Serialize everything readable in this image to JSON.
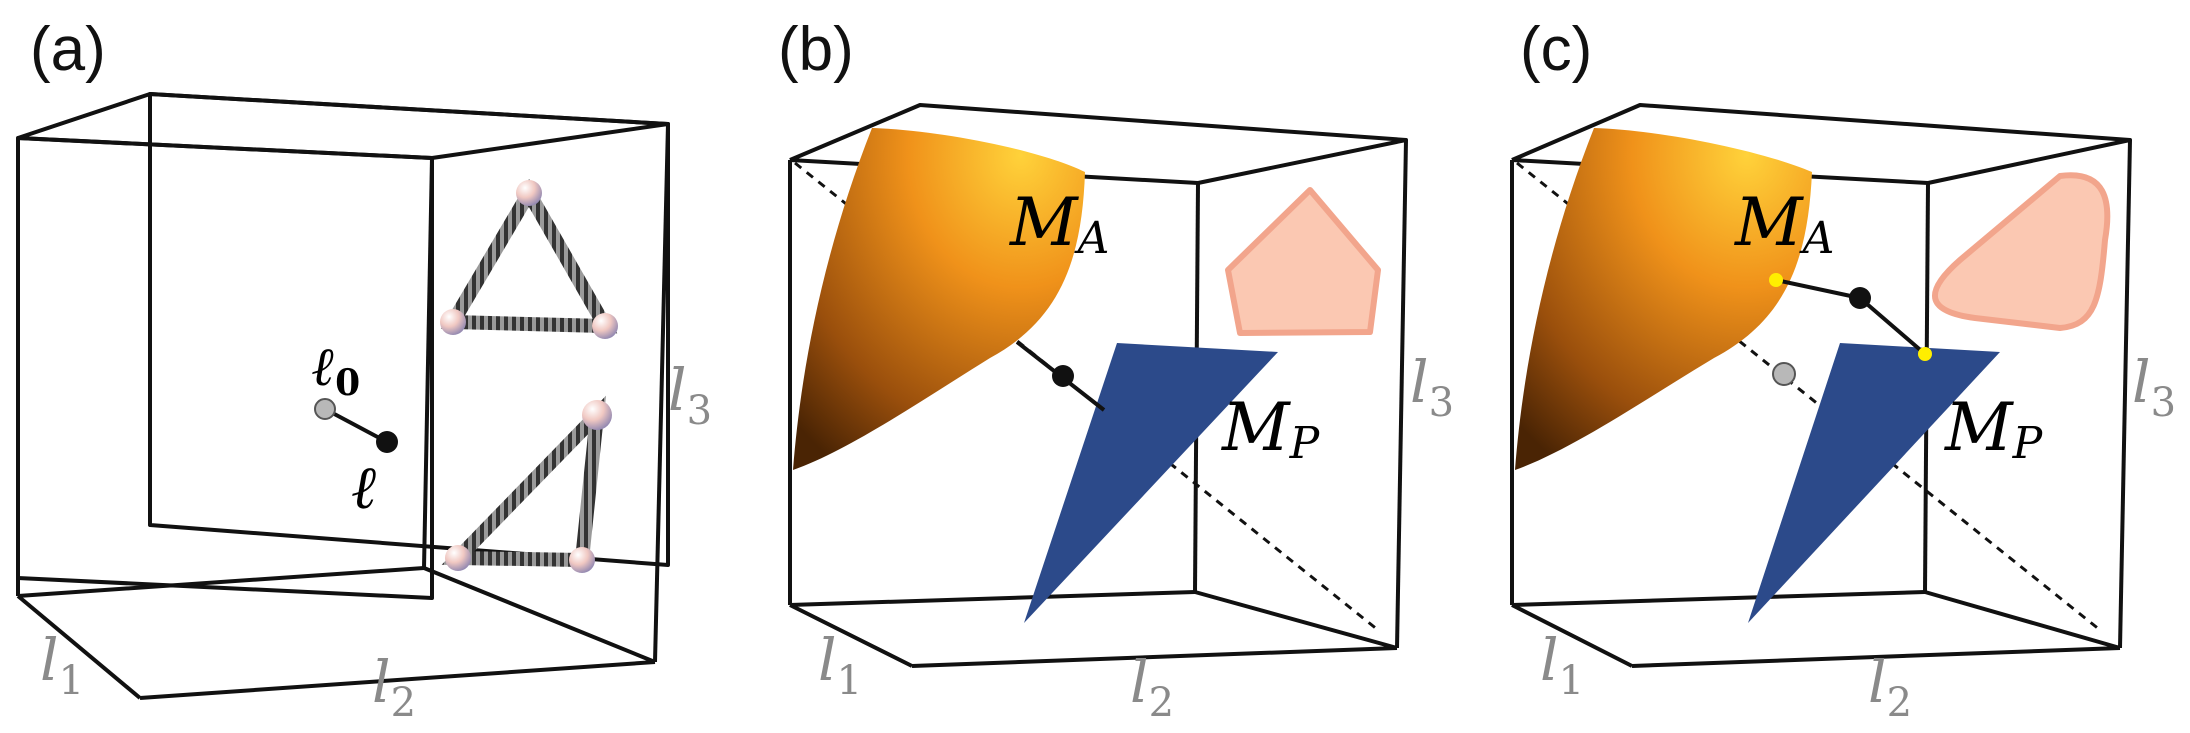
{
  "panels": [
    {
      "label": "(a)",
      "axes": {
        "l1": "l",
        "l1_sub": "1",
        "l2": "l",
        "l2_sub": "2",
        "l3": "l",
        "l3_sub": "3"
      },
      "point_gray": "ℓ",
      "point_gray_sub": "0",
      "point_black": "ℓ"
    },
    {
      "label": "(b)",
      "axes": {
        "l1": "l",
        "l1_sub": "1",
        "l2": "l",
        "l2_sub": "2",
        "l3": "l",
        "l3_sub": "3"
      },
      "manifold_a": "M",
      "manifold_a_sub": "A",
      "manifold_p": "M",
      "manifold_p_sub": "P"
    },
    {
      "label": "(c)",
      "axes": {
        "l1": "l",
        "l1_sub": "1",
        "l2": "l",
        "l2_sub": "2",
        "l3": "l",
        "l3_sub": "3"
      },
      "manifold_a": "M",
      "manifold_a_sub": "A",
      "manifold_p": "M",
      "manifold_p_sub": "P"
    }
  ],
  "colors": {
    "manifold_a_light": "#ffc21a",
    "manifold_a_dark": "#5c2e05",
    "manifold_p": "#2c4a8a",
    "triangle_fill": "#fbc8b2",
    "triangle_stroke": "#f2a58c",
    "gray_point": "#b8b8b8",
    "yellow_point": "#ffee00",
    "axis_label": "#8a8a8a"
  }
}
